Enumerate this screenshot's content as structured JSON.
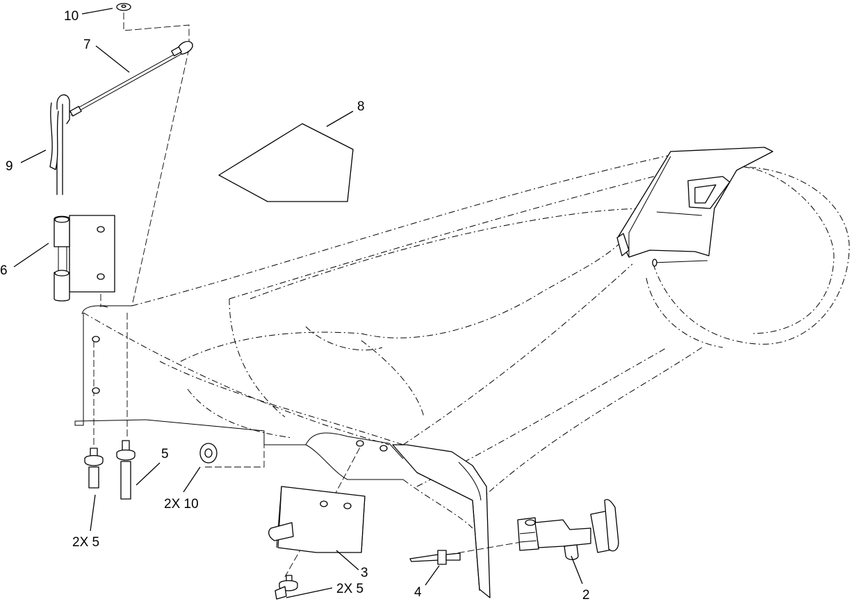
{
  "callouts": {
    "c10_top": "10",
    "c7": "7",
    "c9": "9",
    "c8": "8",
    "c6": "6",
    "c5": "5",
    "c2x10": "2X 10",
    "c2x5_left": "2X 5",
    "c3": "3",
    "c4": "4",
    "c2x5_bottom": "2X 5",
    "c2": "2"
  }
}
